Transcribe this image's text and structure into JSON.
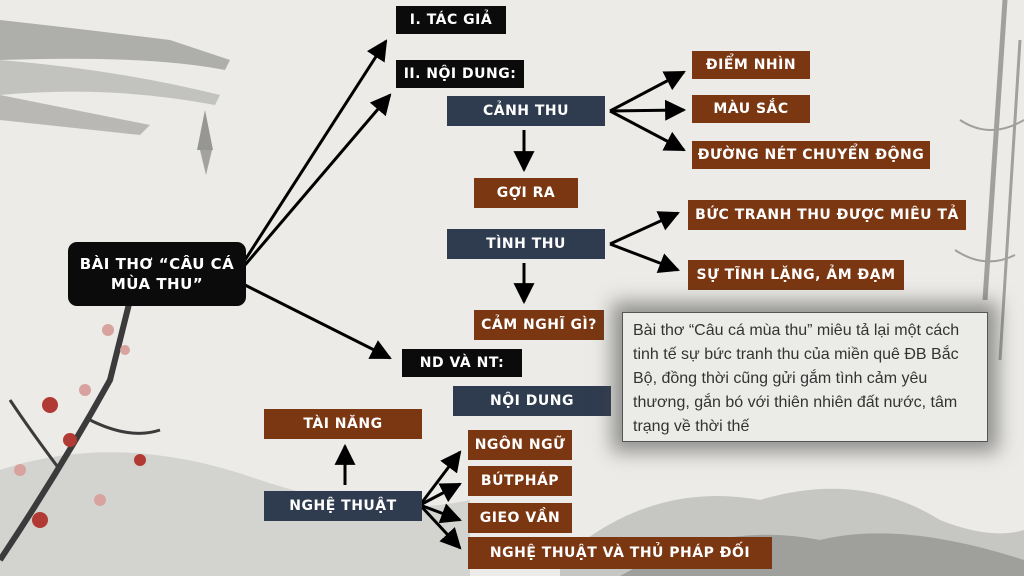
{
  "diagram": {
    "root": "BÀI THƠ “CÂU CÁ MÙA THU”",
    "branch_author": "I. TÁC GIẢ",
    "branch_content": "II. NỘI DUNG:",
    "scene": "CẢNH THU",
    "scene_details": [
      "ĐIỂM NHÌN",
      "MÀU SẮC",
      "ĐƯỜNG NÉT CHUYỂN ĐỘNG"
    ],
    "evoke": "GỢI RA",
    "mood": "TÌNH THU",
    "mood_details": [
      "BỨC TRANH THU ĐƯỢC MIÊU TẢ",
      "SỰ TĨNH LẶNG, ẢM ĐẠM"
    ],
    "question": "CẢM NGHĨ GÌ?",
    "branch_value": "ND VÀ NT:",
    "content_value": "NỘI DUNG",
    "talent": "TÀI NĂNG",
    "art": "NGHỆ THUẬT",
    "art_details": [
      "NGÔN NGỮ",
      "BÚTPHÁP",
      "GIEO VẦN",
      "NGHỆ THUẬT VÀ THỦ PHÁP ĐỐI"
    ]
  },
  "summary": "Bài thơ “Câu cá mùa thu”  miêu tả lại một cách tinh tế sự bức tranh thu của miền quê ĐB Bắc Bộ, đồng thời cũng gửi gắm tình cảm yêu thương, gắn bó với thiên nhiên đất nước, tâm trạng về thời thế",
  "colors": {
    "box_brown": "#7a3712",
    "box_slate": "#2f3c4f",
    "box_black": "#0b0b0b",
    "background": "#ecebe7"
  }
}
